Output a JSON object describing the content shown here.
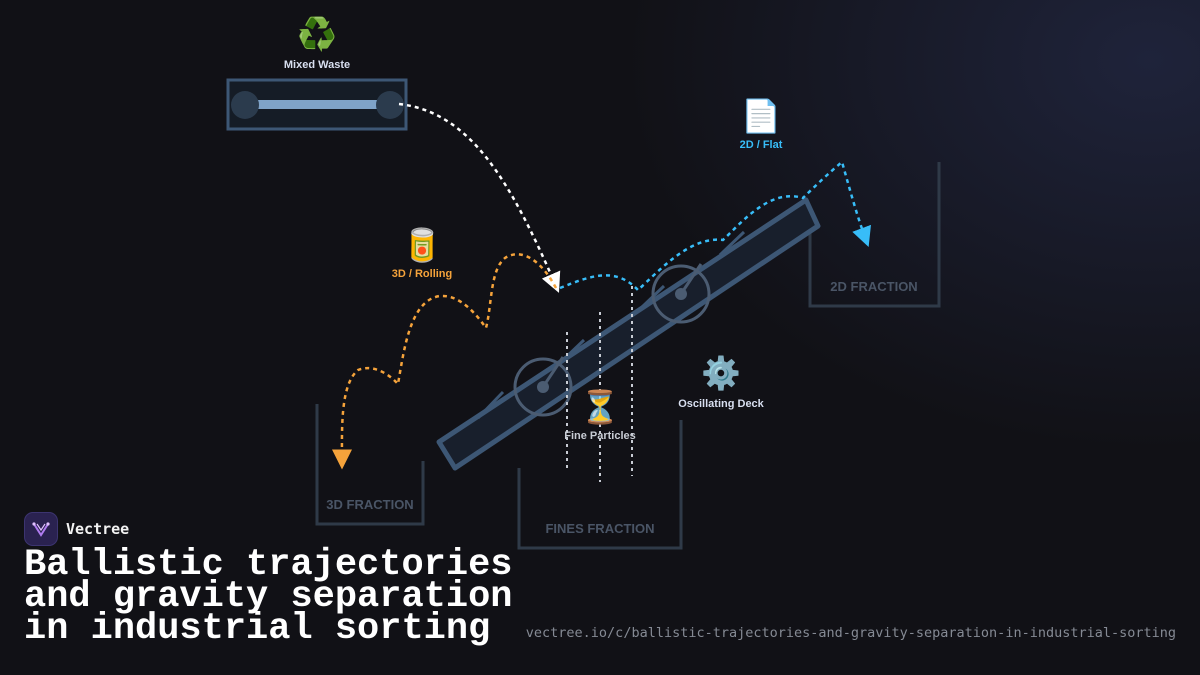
{
  "feed": {
    "icon": "recycle-icon",
    "label": "Mixed Waste"
  },
  "items": {
    "flat": {
      "icon": "document-icon",
      "label": "2D / Flat",
      "color": "#38bdf8"
    },
    "rolling": {
      "icon": "can-icon",
      "label": "3D / Rolling",
      "color": "#f5a33b"
    },
    "fines": {
      "icon": "hourglass-icon",
      "label": "Fine Particles",
      "color": "#c8ccd4"
    }
  },
  "deck": {
    "icon": "gear-icon",
    "label": "Oscillating Deck"
  },
  "bins": {
    "flat": "2D FRACTION",
    "rolling": "3D FRACTION",
    "fines": "FINES FRACTION"
  },
  "brand": {
    "name": "Vectree",
    "logo": "vectree-logo-icon"
  },
  "title_lines": [
    "Ballistic trajectories",
    "and gravity separation",
    "in industrial sorting"
  ],
  "url": "vectree.io/c/ballistic-trajectories-and-gravity-separation-in-industrial-sorting",
  "colors": {
    "background": "#111116",
    "structure": "#3d5775",
    "bin": "#2f3a48",
    "feed_path": "#ffffff",
    "flat_path": "#38bdf8",
    "rolling_path": "#f5a33b",
    "fines_path": "#c8ccd4"
  }
}
